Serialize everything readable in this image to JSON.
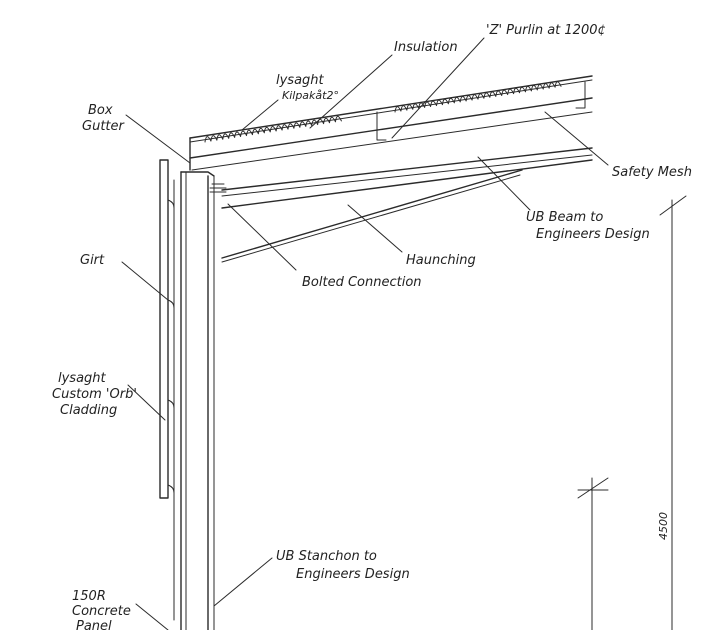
{
  "labels": {
    "box_gutter": [
      "Box",
      "Gutter"
    ],
    "lysaght_roof": [
      "lysaght",
      "Kilpakåt2°"
    ],
    "insulation": "Insulation",
    "purlin": "'Z' Purlin at 1200¢",
    "safety_mesh": "Safety Mesh",
    "ub_beam": [
      "UB Beam to",
      "Engineers Design"
    ],
    "haunching": "Haunching",
    "bolted_connection": "Bolted Connection",
    "girt": "Girt",
    "cladding": [
      "lysaght",
      "Custom 'Orb'",
      "Cladding"
    ],
    "ub_stanchion": [
      "UB Stanchon to",
      "Engineers Design"
    ],
    "concrete_panel": [
      "150R",
      "Concrete",
      "Panel"
    ],
    "dimension": "4500"
  }
}
